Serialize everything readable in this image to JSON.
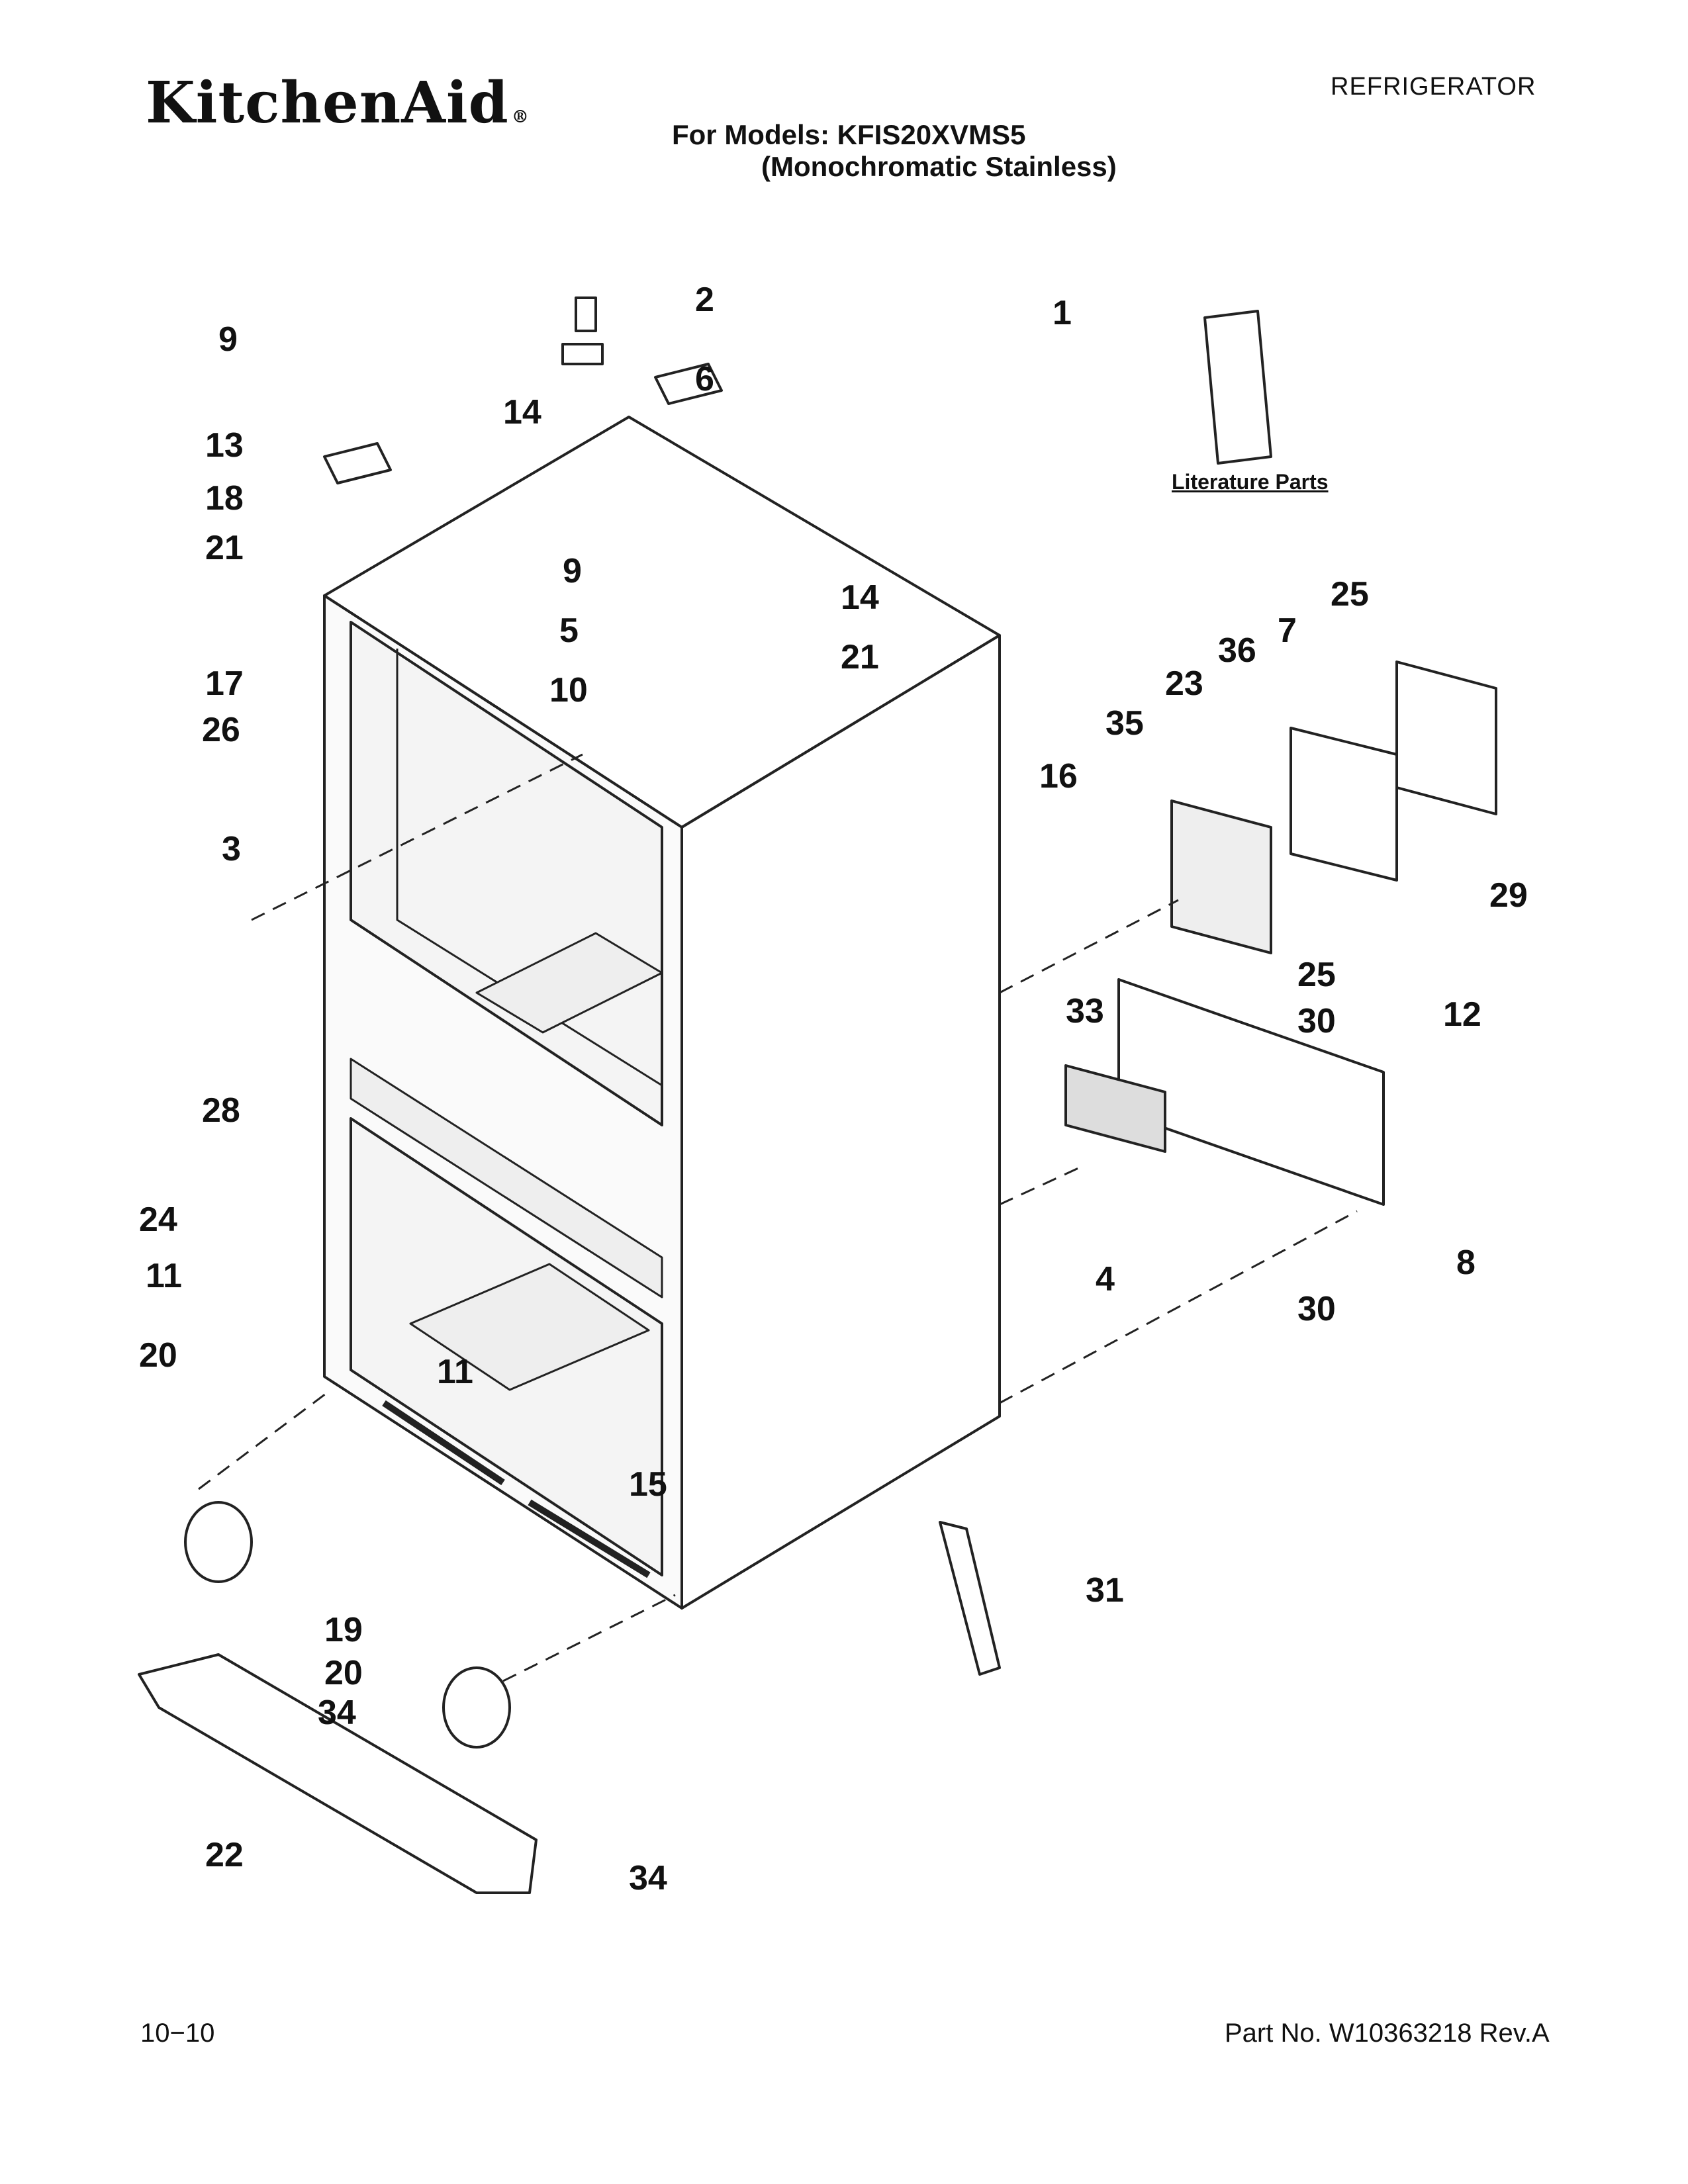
{
  "header": {
    "brand": "KitchenAid",
    "brand_mark": "®",
    "category": "REFRIGERATOR",
    "models_line1": "For Models: KFIS20XVMS5",
    "models_line2": "(Monochromatic Stainless)"
  },
  "diagram": {
    "literature_label": "Literature Parts",
    "callouts": [
      "1",
      "2",
      "3",
      "4",
      "5",
      "6",
      "7",
      "8",
      "9",
      "9",
      "10",
      "11",
      "11",
      "12",
      "13",
      "14",
      "14",
      "15",
      "16",
      "17",
      "18",
      "19",
      "20",
      "20",
      "21",
      "21",
      "22",
      "23",
      "24",
      "25",
      "25",
      "26",
      "28",
      "29",
      "30",
      "30",
      "31",
      "33",
      "34",
      "34",
      "35",
      "36"
    ]
  },
  "footer": {
    "date": "10−10",
    "part_no": "Part No. W10363218 Rev.A"
  }
}
